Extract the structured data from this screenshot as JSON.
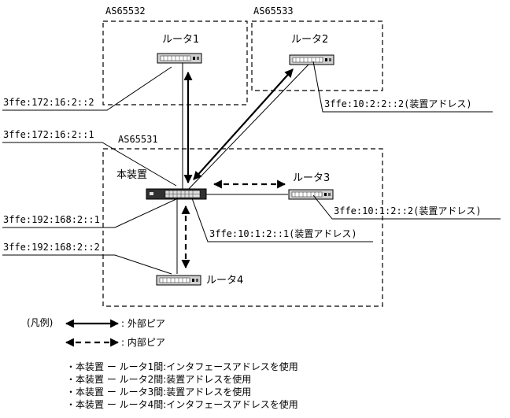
{
  "as_labels": {
    "as1": "AS65532",
    "as2": "AS65533",
    "as3": "AS65531"
  },
  "devices": {
    "router1": "ルータ1",
    "router2": "ルータ2",
    "router3": "ルータ3",
    "router4": "ルータ4",
    "self": "本装置"
  },
  "addresses": {
    "a1": "3ffe:172:16:2::2",
    "a2": "3ffe:10:2:2::2(装置アドレス)",
    "a3": "3ffe:172:16:2::1",
    "a4": "3ffe:10:1:2::2(装置アドレス)",
    "a5": "3ffe:192:168:2::1",
    "a6": "3ffe:10:1:2::1(装置アドレス)",
    "a7": "3ffe:192:168:2::2"
  },
  "legend": {
    "title": "(凡例)",
    "external": ": 外部ピア",
    "internal": ": 内部ピア"
  },
  "notes": [
    "・本装置 ー ルータ1間:インタフェースアドレスを使用",
    "・本装置 ー ルータ2間:装置アドレスを使用",
    "・本装置 ー ルータ3間:装置アドレスを使用",
    "・本装置 ー ルータ4間:インタフェースアドレスを使用"
  ]
}
